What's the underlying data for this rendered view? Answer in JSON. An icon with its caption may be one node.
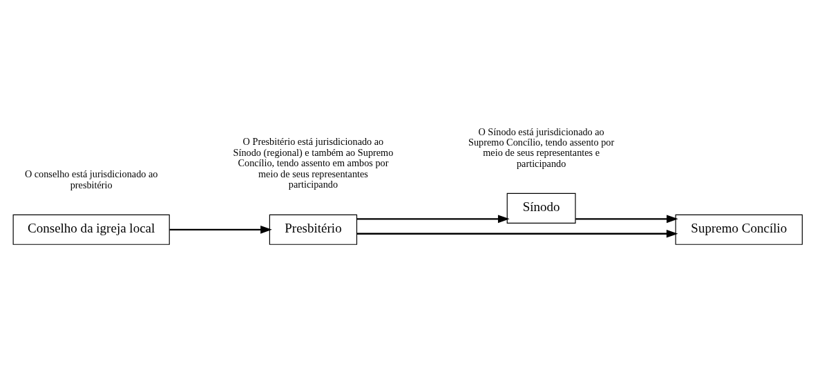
{
  "diagram": {
    "nodes": [
      {
        "text": [
          "Conselho da igreja local"
        ],
        "beside": [
          "O conselho está jurisdicionado ao presbitério"
        ]
      },
      {
        "text": [
          "Presbitério"
        ],
        "beside": [
          "O Presbitério está jurisdicionado ao Sínodo (regional) e também ao Supremo Concílio, tendo assento em ambos por meio de seus representantes participando"
        ]
      },
      {
        "text": [
          "Sínodo"
        ],
        "beside": [
          "O Sínodo está jurisdicionado ao Supremo Concílio, tendo assento por meio de seus representantes e participando"
        ]
      },
      {
        "text": [
          "Supremo Concílio"
        ]
      }
    ],
    "edges": [
      {
        "from": 0,
        "to": 1,
        "arrow": "to"
      },
      {
        "from": 1,
        "to": 2,
        "arrow": "to"
      },
      {
        "from": 1,
        "to": 3,
        "arrow": "to"
      },
      {
        "from": 2,
        "to": 3,
        "arrow": "to"
      }
    ]
  }
}
